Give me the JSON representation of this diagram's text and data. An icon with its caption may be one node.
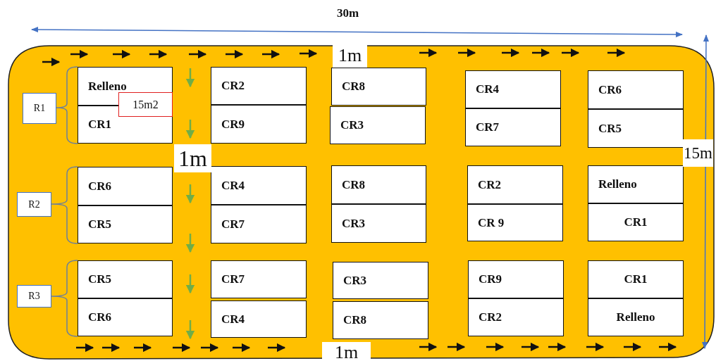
{
  "diagram": {
    "nodes": [
      {
        "text": [
          "R1"
        ]
      },
      {
        "text": [
          "Relleno"
        ]
      },
      {
        "text": [
          "CR2"
        ]
      },
      {
        "text": [
          "CR8"
        ]
      },
      {
        "text": [
          "CR4"
        ]
      },
      {
        "text": [
          "CR6"
        ]
      },
      {
        "text": [
          "15m2"
        ]
      },
      {
        "text": [
          "CR1"
        ]
      },
      {
        "text": [
          "CR9"
        ]
      },
      {
        "text": [
          "CR3"
        ]
      },
      {
        "text": [
          "CR7"
        ]
      },
      {
        "text": [
          "CR5"
        ]
      },
      {
        "text": [
          "R2"
        ]
      },
      {
        "text": [
          "CR6"
        ]
      },
      {
        "text": [
          "CR4"
        ]
      },
      {
        "text": [
          "CR8"
        ]
      },
      {
        "text": [
          "CR2"
        ]
      },
      {
        "text": [
          "Relleno"
        ]
      },
      {
        "text": [
          "CR5"
        ]
      },
      {
        "text": [
          "CR7"
        ]
      },
      {
        "text": [
          "CR3"
        ]
      },
      {
        "text": [
          "CR 9"
        ]
      },
      {
        "text": [
          "CR1"
        ]
      },
      {
        "text": [
          "R3"
        ]
      },
      {
        "text": [
          "CR5"
        ]
      },
      {
        "text": [
          "CR7"
        ]
      },
      {
        "text": [
          "CR3"
        ]
      },
      {
        "text": [
          "CR9"
        ]
      },
      {
        "text": [
          "CR1"
        ]
      },
      {
        "text": [
          "CR6"
        ]
      },
      {
        "text": [
          "CR4"
        ]
      },
      {
        "text": [
          "CR8"
        ]
      },
      {
        "text": [
          "CR2"
        ]
      },
      {
        "text": [
          "Relleno"
        ]
      }
    ],
    "labels": [
      "30m",
      "1m",
      "15m",
      "1m",
      "1m"
    ]
  }
}
